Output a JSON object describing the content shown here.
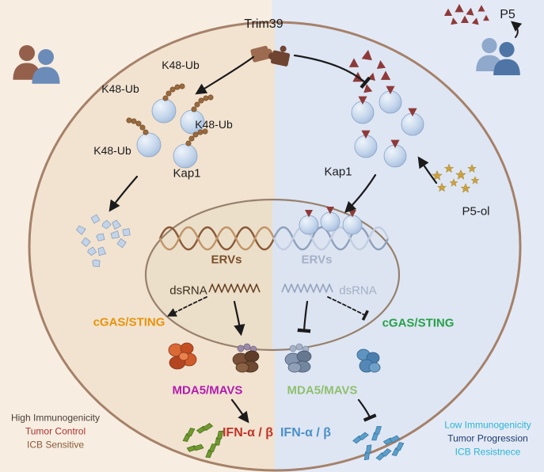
{
  "labels": {
    "trim39": "Trim39",
    "p5": "P5",
    "k48_ub": "K48-Ub",
    "kap1": "Kap1",
    "p5_ol": "P5-ol",
    "ervs": "ERVs",
    "dsrna": "dsRNA",
    "cgas_sting": "cGAS/STING",
    "mda5_mavs": "MDA5/MAVS",
    "ifn_alpha_beta": "IFN-α / β"
  },
  "outcomes": {
    "left": {
      "line1": "High Immunogenicity",
      "line2": "Tumor Control",
      "line3": "ICB Sensitive"
    },
    "right": {
      "line1": "Low Immunogenicity",
      "line2": "Tumor Progression",
      "line3": "ICB Resistnece"
    }
  },
  "icons": {
    "trim39-puzzle-icon": "jigsaw pieces",
    "p5-triangle-icon": "small dark-red triangles",
    "kap1-sphere-icon": "light blue sphere",
    "ubiquitin-chain-icon": "chain of brown beads",
    "p5ol-star-icon": "gold stars",
    "degraded-fragment-icon": "blue shards",
    "patient-icon": "person silhouettes",
    "dna-helix-icon": "double helix",
    "ifn-ribbon-icon": "folded ribbons"
  },
  "colors": {
    "left_bg": "#f7ede0",
    "right_bg": "#e4eaf5",
    "cell_left": "#f2e3d1",
    "cell_right": "#dee6f3",
    "membrane": "#a5816a",
    "nucleus_border": "#98816c",
    "dna_left": "#8a5a38",
    "dna_right": "#8fa0bd",
    "cgas_sting_left": "#e8930c",
    "cgas_sting_right": "#27a04a",
    "mda5_mavs_left": "#b21cae",
    "mda5_mavs_right": "#8fc06f",
    "ifn_left": "#c13328",
    "ifn_right": "#4b8fc9",
    "ervs_left": "#7a4f2a",
    "ervs_right": "#a3b0c6",
    "p5_triangle": "#8e3a3a",
    "star_gold": "#c9a23f",
    "ribbon_green": "#6f9a2e",
    "ribbon_blue": "#5b9ec9",
    "high_immunogenicity": "#4a4038",
    "tumor_control": "#b03030",
    "icb_sensitive": "#8a5a3a",
    "low_immunogenicity": "#2ab5d8",
    "tumor_progression": "#1c3a6e",
    "icb_resistnece": "#2ab5d8"
  }
}
